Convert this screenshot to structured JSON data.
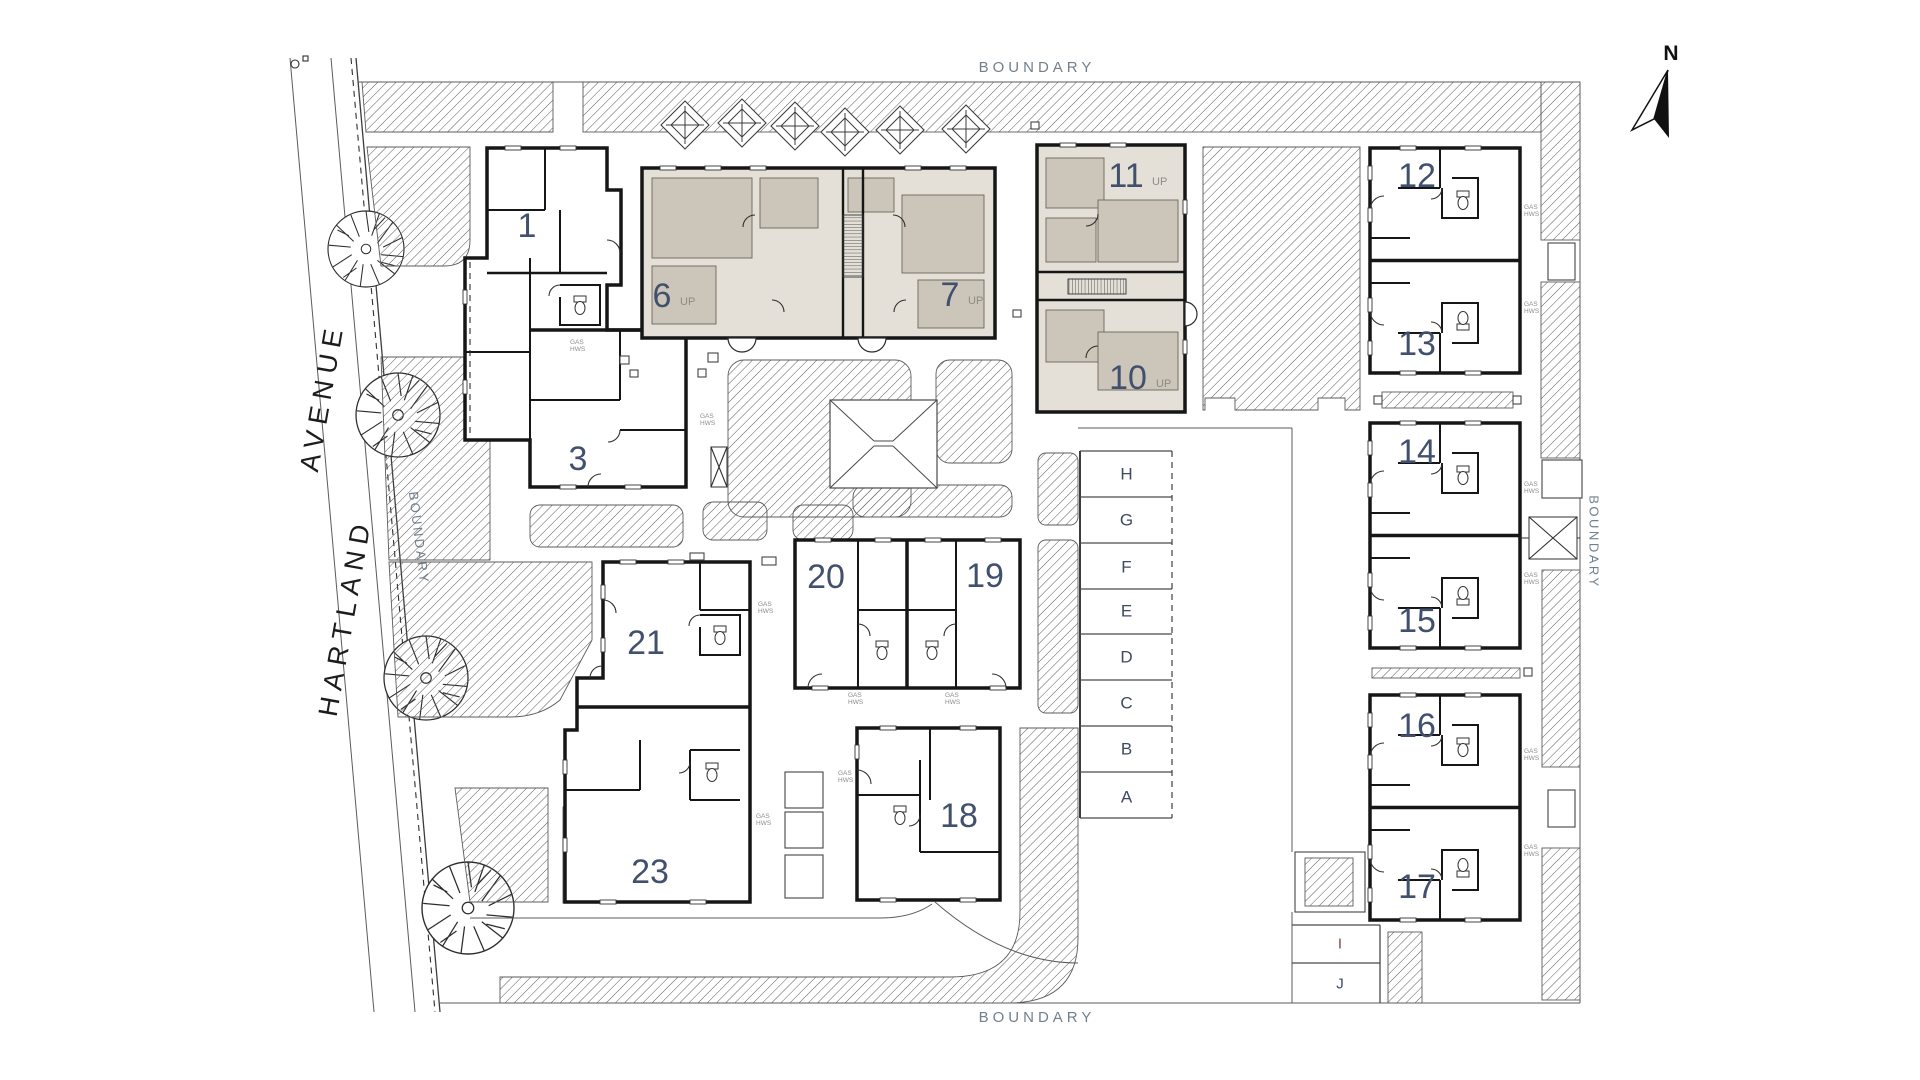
{
  "labels": {
    "boundary": "BOUNDARY",
    "gas": "GAS",
    "hws": "HWS",
    "up": "UP",
    "north": "N"
  },
  "street": {
    "line1": "HARTLAND",
    "line2": "AVENUE"
  },
  "units": {
    "u1": "1",
    "u3": "3",
    "u6": "6",
    "u7": "7",
    "u10": "10",
    "u11": "11",
    "u12": "12",
    "u13": "13",
    "u14": "14",
    "u15": "15",
    "u16": "16",
    "u17": "17",
    "u18": "18",
    "u19": "19",
    "u20": "20",
    "u21": "21",
    "u23": "23"
  },
  "parking": {
    "column": [
      "H",
      "G",
      "F",
      "E",
      "D",
      "C",
      "B",
      "A"
    ],
    "bottom": [
      "I",
      "J"
    ]
  },
  "colors": {
    "unit_number": "#41506c",
    "up_label": "#8c8c86",
    "boundary_text": "#72808d",
    "parking_letter": "#3d4a63",
    "parking_letter_alt": "#8a4242",
    "shaded_unit_fill": "#e4e0d8",
    "shaded_room_fill": "#ccc5b9",
    "wall": "#161616",
    "hatch_line": "#5b5b5b"
  }
}
